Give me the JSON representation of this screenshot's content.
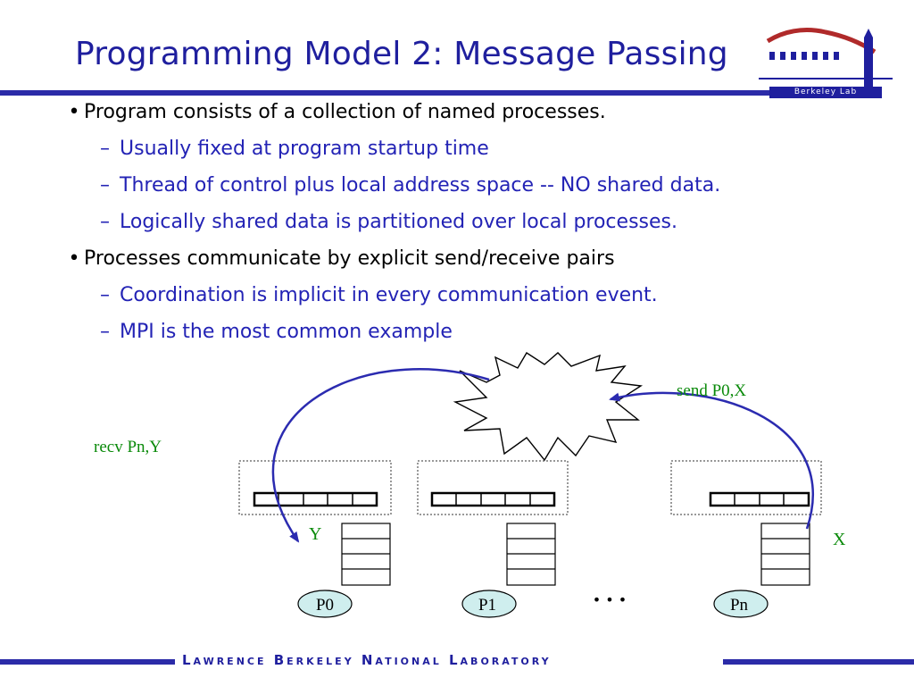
{
  "slide": {
    "title": "Programming Model 2:  Message Passing",
    "bullets": [
      {
        "text": "Program consists of a collection of named processes.",
        "subs": [
          "Usually fixed at program startup time",
          "Thread of control plus local address space -- NO shared data.",
          "Logically shared data is partitioned over local processes."
        ]
      },
      {
        "text": "Processes communicate by explicit send/receive pairs",
        "subs": [
          "Coordination is implicit in every communication event.",
          "MPI is the most common example"
        ]
      }
    ]
  },
  "logo": {
    "text": "Berkeley Lab"
  },
  "diagram": {
    "recv_label": "recv Pn,Y",
    "send_label": "send P0,X",
    "var_y": "Y",
    "var_x": "X",
    "processes": [
      "P0",
      "P1",
      "Pn"
    ],
    "ellipsis": "• • •",
    "arrow_color": "#2b2bb0",
    "label_color": "#0a8a0a",
    "node_fill": "#cfeeee"
  },
  "footer": {
    "text": "Lawrence Berkeley National Laboratory"
  }
}
